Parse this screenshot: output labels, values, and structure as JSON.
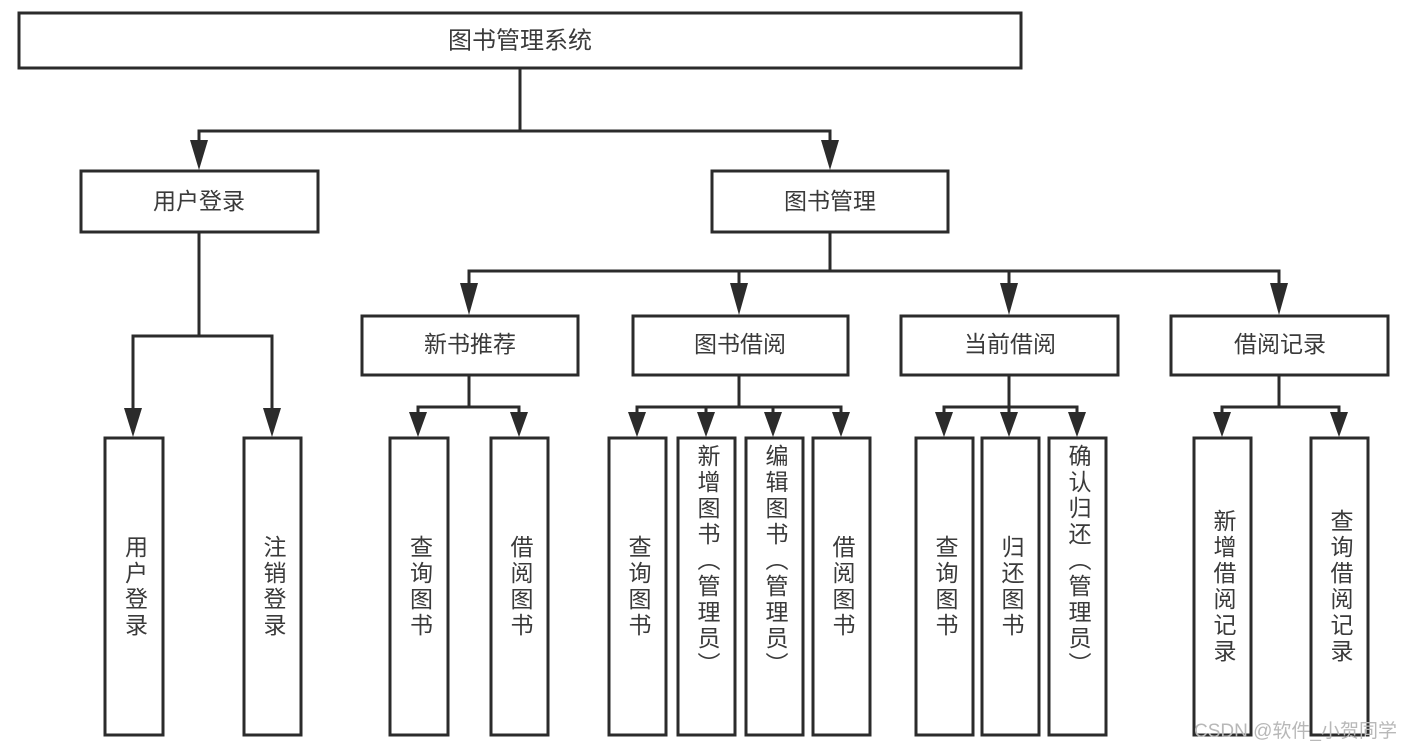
{
  "diagram": {
    "type": "hierarchy-tree",
    "title": "图书管理系统",
    "watermark": "CSDN @软件_小贺同学",
    "colors": {
      "stroke": "#2b2b2b",
      "fill": "#ffffff",
      "text": "#3a3a3a",
      "watermark": "#b8b8b8"
    },
    "root": {
      "label": "图书管理系统"
    },
    "level2": [
      {
        "id": "user-login",
        "label": "用户登录"
      },
      {
        "id": "book-management",
        "label": "图书管理"
      }
    ],
    "level3": [
      {
        "id": "new-book-recommend",
        "label": "新书推荐"
      },
      {
        "id": "book-borrow",
        "label": "图书借阅"
      },
      {
        "id": "current-borrow",
        "label": "当前借阅"
      },
      {
        "id": "borrow-record",
        "label": "借阅记录"
      }
    ],
    "leaves": {
      "user-login": [
        {
          "id": "leaf-user-login",
          "label": "用户登录"
        },
        {
          "id": "leaf-logout",
          "label": "注销登录"
        }
      ],
      "new-book-recommend": [
        {
          "id": "leaf-query-book-1",
          "label": "查询图书"
        },
        {
          "id": "leaf-borrow-book-1",
          "label": "借阅图书"
        }
      ],
      "book-borrow": [
        {
          "id": "leaf-query-book-2",
          "label": "查询图书"
        },
        {
          "id": "leaf-add-book",
          "label": "新增图书（管理员）"
        },
        {
          "id": "leaf-edit-book",
          "label": "编辑图书（管理员）"
        },
        {
          "id": "leaf-borrow-book-2",
          "label": "借阅图书"
        }
      ],
      "current-borrow": [
        {
          "id": "leaf-query-book-3",
          "label": "查询图书"
        },
        {
          "id": "leaf-return-book",
          "label": "归还图书"
        },
        {
          "id": "leaf-confirm-return",
          "label": "确认归还（管理员）"
        }
      ],
      "borrow-record": [
        {
          "id": "leaf-add-record",
          "label": "新增借阅记录"
        },
        {
          "id": "leaf-query-record",
          "label": "查询借阅记录"
        }
      ]
    },
    "edges": [
      {
        "from": "图书管理系统",
        "to": "用户登录"
      },
      {
        "from": "图书管理系统",
        "to": "图书管理"
      },
      {
        "from": "用户登录",
        "to": "用户登录"
      },
      {
        "from": "用户登录",
        "to": "注销登录"
      },
      {
        "from": "图书管理",
        "to": "新书推荐"
      },
      {
        "from": "图书管理",
        "to": "图书借阅"
      },
      {
        "from": "图书管理",
        "to": "当前借阅"
      },
      {
        "from": "图书管理",
        "to": "借阅记录"
      },
      {
        "from": "新书推荐",
        "to": "查询图书"
      },
      {
        "from": "新书推荐",
        "to": "借阅图书"
      },
      {
        "from": "图书借阅",
        "to": "查询图书"
      },
      {
        "from": "图书借阅",
        "to": "新增图书（管理员）"
      },
      {
        "from": "图书借阅",
        "to": "编辑图书（管理员）"
      },
      {
        "from": "图书借阅",
        "to": "借阅图书"
      },
      {
        "from": "当前借阅",
        "to": "查询图书"
      },
      {
        "from": "当前借阅",
        "to": "归还图书"
      },
      {
        "from": "当前借阅",
        "to": "确认归还（管理员）"
      },
      {
        "from": "借阅记录",
        "to": "新增借阅记录"
      },
      {
        "from": "借阅记录",
        "to": "查询借阅记录"
      }
    ]
  }
}
